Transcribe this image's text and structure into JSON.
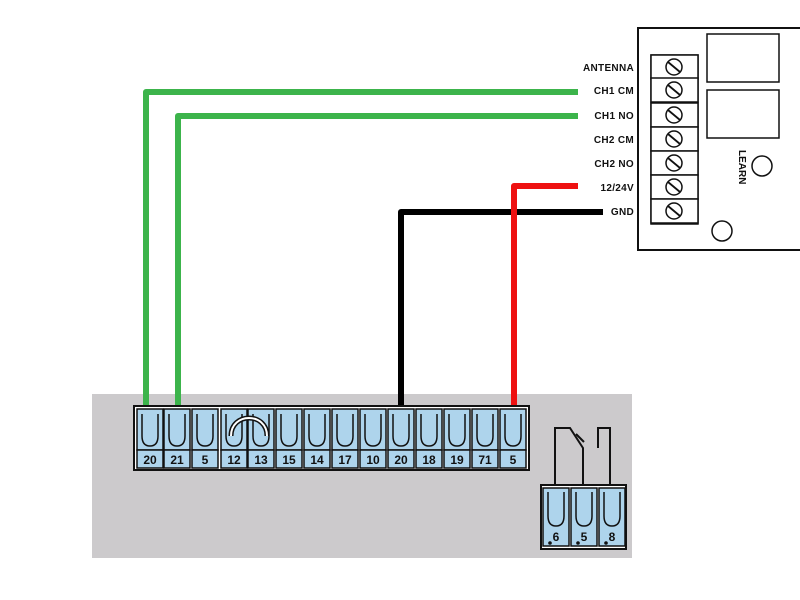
{
  "receiver": {
    "terminals": [
      "ANTENNA",
      "CH1 CM",
      "CH1 NO",
      "CH2 CM",
      "CH2 NO",
      "12/24V",
      "GND"
    ],
    "learn_label": "LEARN"
  },
  "controller": {
    "terminals": [
      "20",
      "21",
      "5",
      "12",
      "13",
      "15",
      "14",
      "17",
      "10",
      "20",
      "18",
      "19",
      "71",
      "5"
    ],
    "jumper_between": [
      "12",
      "13"
    ]
  },
  "relay_block": {
    "terminals": [
      "6",
      "5",
      "8"
    ]
  },
  "wires": [
    {
      "color": "#3cb44b",
      "from_receiver": "CH1 CM",
      "to_controller": "20"
    },
    {
      "color": "#3cb44b",
      "from_receiver": "CH1 NO",
      "to_controller": "21"
    },
    {
      "color": "#000000",
      "from_receiver": "GND",
      "to_controller": "20"
    },
    {
      "color": "#ee1111",
      "from_receiver": "12/24V",
      "to_controller": "5"
    }
  ],
  "colors": {
    "panel": "#cccacc",
    "terminal_fill": "#aed4ec",
    "green_wire": "#3cb44b",
    "black_wire": "#000000",
    "red_wire": "#ee1111"
  }
}
